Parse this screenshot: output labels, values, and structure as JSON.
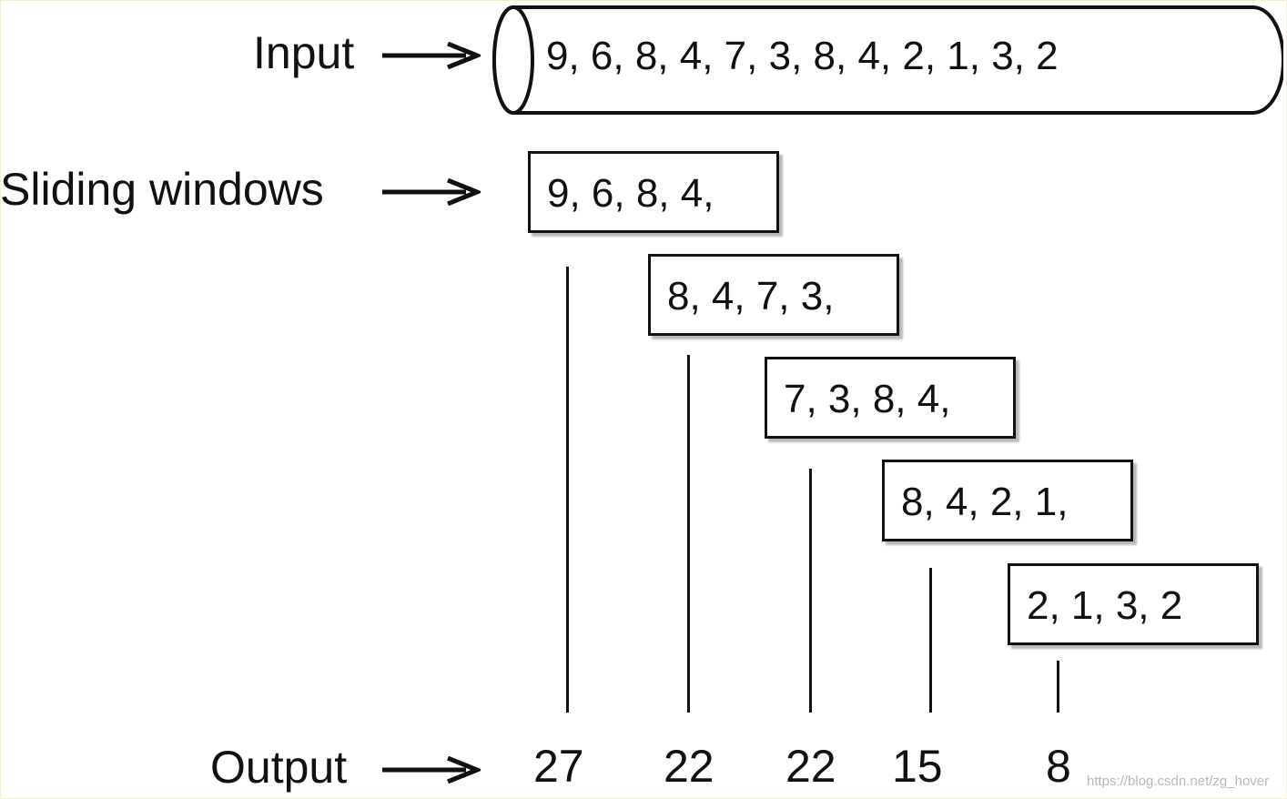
{
  "labels": {
    "input": "Input",
    "sliding_windows": "Sliding windows",
    "output": "Output"
  },
  "input_sequence": "9,  6,  8,  4,  7,  3,  8,  4,  2,  1,  3,  2",
  "windows": [
    "9,  6,  8,  4,",
    "8,  4, 7,  3,",
    "7,  3,  8,  4,",
    "8,  4,  2, 1,",
    "2, 1,  3,  2"
  ],
  "outputs": [
    "27",
    "22",
    "22",
    "15",
    "8"
  ],
  "watermark": "https://blog.csdn.net/zg_hover",
  "colors": {
    "line": "#111111",
    "background": "#ffffff",
    "watermark": "#b9b9b9"
  },
  "icons": [
    "right-arrow-icon",
    "cylinder-icon"
  ]
}
